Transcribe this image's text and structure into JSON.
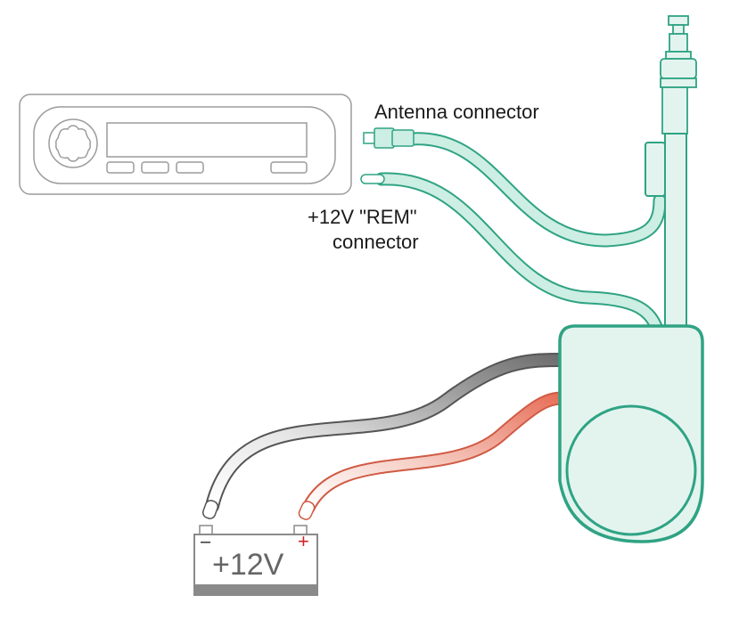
{
  "labels": {
    "antenna": "Antenna connector",
    "rem_line1": "+12V \"REM\"",
    "rem_line2": "connector",
    "battery": "+12V",
    "battery_minus": "–",
    "battery_plus": "+"
  },
  "colors": {
    "accent": "#2fa383",
    "antenna_fill": "#e3f4ef",
    "cable_fill": "#cdeee3",
    "cable_dark": "#6f6f6f",
    "cable_red": "#e8705a",
    "radio_stroke": "#9c9c9c",
    "battery_stroke": "#8a8a8a"
  }
}
